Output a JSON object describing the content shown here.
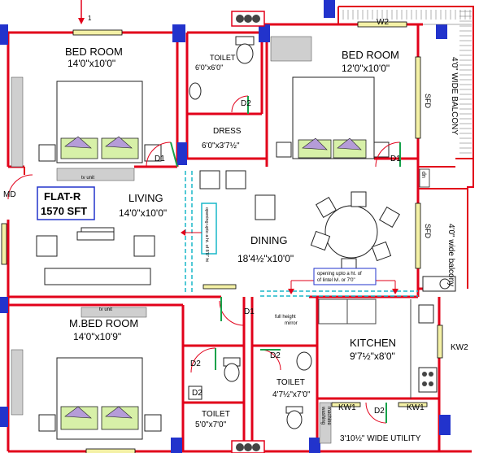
{
  "flat": {
    "name": "FLAT-R",
    "area": "1570 SFT"
  },
  "rooms": {
    "bedroom_left": {
      "name": "BED ROOM",
      "dims": "14'0\"x10'0\""
    },
    "bedroom_right": {
      "name": "BED ROOM",
      "dims": "12'0\"x10'0\""
    },
    "toilet_top": {
      "name": "TOILET",
      "dims": "6'0\"x6'0\""
    },
    "dress": {
      "name": "DRESS",
      "dims": "6'0\"x3'7½\""
    },
    "living": {
      "name": "LIVING",
      "dims": "14'0\"x10'0\""
    },
    "dining": {
      "name": "DINING",
      "dims": "18'4½\"x10'0\""
    },
    "master_bedroom": {
      "name": "M.BED ROOM",
      "dims": "14'0\"x10'9\""
    },
    "kitchen": {
      "name": "KITCHEN",
      "dims": "9'7½\"x8'0\""
    },
    "toilet_mid": {
      "name": "TOILET",
      "dims": "4'7½\"x7'0\""
    },
    "toilet_bottom": {
      "name": "TOILET",
      "dims": "5'0\"x7'0\""
    },
    "utility": {
      "name": "3'10½\" WIDE UTILITY"
    },
    "balcony_top": {
      "name": "4'0\" WIDE BALCONY"
    },
    "balcony_bottom": {
      "name": "4'0\" wide balcony"
    }
  },
  "labels": {
    "w2": "W2",
    "kw2": "KW2",
    "kw1_left": "KW1",
    "kw1_right": "KW1",
    "d1_left_bed": "D1",
    "d1_right_bed": "D1",
    "d1_mbed": "D1",
    "d2_toilet_top": "D2",
    "d2_toilet_mid": "D2",
    "d2_mbed": "D2",
    "d2_toilet_bottom": "D2",
    "d2_utility": "D2",
    "md": "MD",
    "sfd_top": "SFD",
    "sfd_bottom": "SFD",
    "dn": "dn",
    "tv_unit_top": "tv unit",
    "tv_unit_mbed": "tv unit",
    "opening_living": "opening upto a ht. of 8'0\" ht",
    "opening_kitchen_line1": "opening upto a ht. of",
    "opening_kitchen_line2": "of lintel lvl. or 7'0\"",
    "full_height_mirror_line1": "full height",
    "full_height_mirror_line2": "mirror",
    "washing_machine_line1": "washing",
    "washing_machine_line2": "machine",
    "window_mark": "1"
  },
  "colors": {
    "wall": "#e2001a",
    "window_block": "#2233cc",
    "opening_dash": "#18b7c9",
    "glazing": "#f4f1a6",
    "pillow": "#d7f0a8",
    "cushion": "#b59cd8",
    "door_leaf": "#15a24a"
  }
}
